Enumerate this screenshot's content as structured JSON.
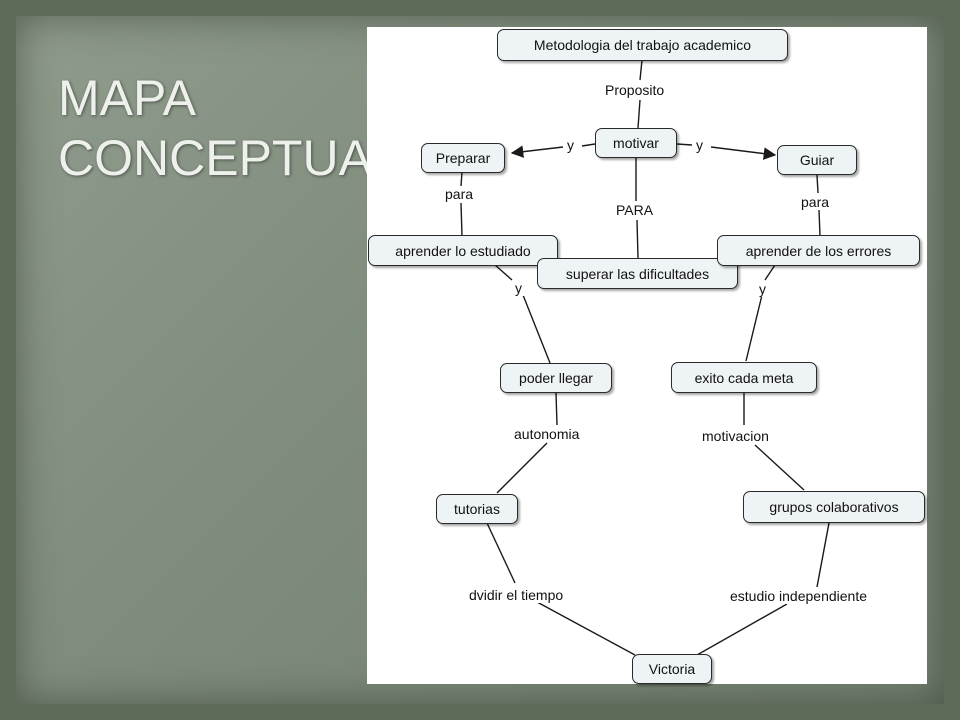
{
  "slide": {
    "title_line1": "MAPA",
    "title_line2": "CONCEPTUAL"
  },
  "colors": {
    "background": "#5c6b57",
    "panel": "#808c7d",
    "node_fill": "#eef3f6",
    "line": "#1a1a1a"
  },
  "concept_map": {
    "nodes": {
      "metodologia": "Metodologia del trabajo academico",
      "motivar": "motivar",
      "preparar": "Preparar",
      "guiar": "Guiar",
      "aprender_estudiado": "aprender lo estudiado",
      "superar": "superar las dificultades",
      "aprender_errores": "aprender de los errores",
      "poder_llegar": "poder llegar",
      "exito": "exito cada meta",
      "tutorias": "tutorias",
      "grupos": "grupos colaborativos",
      "victoria": "Victoria"
    },
    "links": {
      "proposito": "Proposito",
      "y_left": "y",
      "y_right": "y",
      "para_left": "para",
      "para_center": "PARA",
      "para_right": "para",
      "y_lower_left": "y",
      "y_lower_right": "y",
      "autonomia": "autonomia",
      "motivacion": "motivacion",
      "dividir": "dvidir el tiempo",
      "estudio": "estudio independiente"
    }
  }
}
